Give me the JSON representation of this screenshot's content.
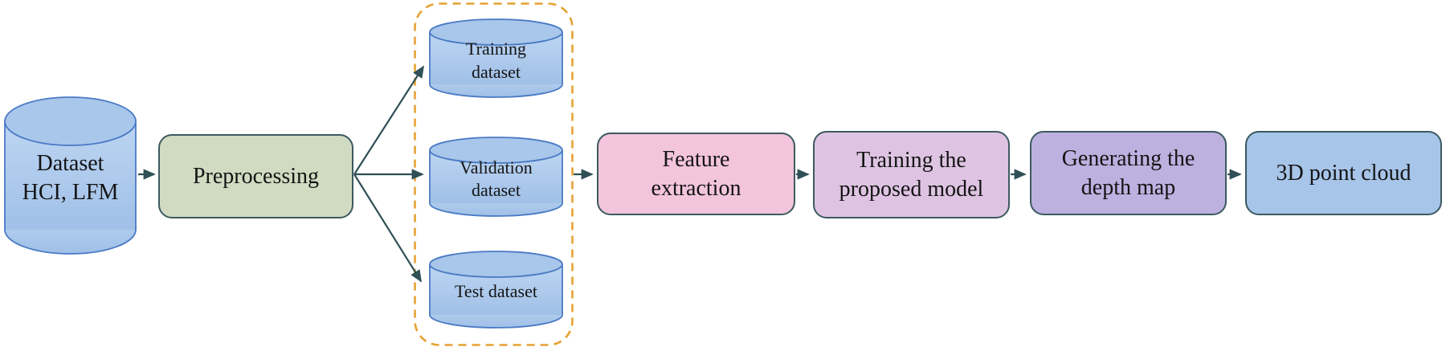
{
  "nodes": {
    "source_dataset": {
      "label": "Dataset\nHCI, LFM",
      "shape": "cylinder"
    },
    "preprocessing": {
      "label": "Preprocessing",
      "shape": "rounded-box"
    },
    "training_dataset": {
      "label": "Training\ndataset",
      "shape": "cylinder"
    },
    "validation_dataset": {
      "label": "Validation\ndataset",
      "shape": "cylinder"
    },
    "test_dataset": {
      "label": "Test dataset",
      "shape": "cylinder"
    },
    "feature_extraction": {
      "label": "Feature\nextraction",
      "shape": "rounded-box"
    },
    "training_model": {
      "label": "Training the\nproposed model",
      "shape": "rounded-box"
    },
    "depth_map": {
      "label": "Generating the\ndepth map",
      "shape": "rounded-box"
    },
    "point_cloud": {
      "label": "3D point cloud",
      "shape": "rounded-box"
    }
  },
  "edges": [
    {
      "from": "source_dataset",
      "to": "preprocessing"
    },
    {
      "from": "preprocessing",
      "to": "training_dataset"
    },
    {
      "from": "preprocessing",
      "to": "validation_dataset"
    },
    {
      "from": "preprocessing",
      "to": "test_dataset"
    },
    {
      "from": "dataset_split_group",
      "to": "feature_extraction"
    },
    {
      "from": "feature_extraction",
      "to": "training_model"
    },
    {
      "from": "training_model",
      "to": "depth_map"
    },
    {
      "from": "depth_map",
      "to": "point_cloud"
    }
  ],
  "colors": {
    "arrow_color": "#2f5056",
    "dashed_border": "#e5a234",
    "box_border": "#3c5a60",
    "cylinder_stroke": "#4a7ac4",
    "cylinder_top_fill": "#a9c6eb",
    "cylinder_body_light": "#bdd5f2",
    "cylinder_body_dark": "#a0c0e7",
    "preprocessing_fill": "#d1dbc2",
    "feature_fill": "#f3c5dc",
    "training_model_fill": "#dec4e2",
    "depth_map_fill": "#bcb1df",
    "point_cloud_fill": "#a7c4e9"
  }
}
